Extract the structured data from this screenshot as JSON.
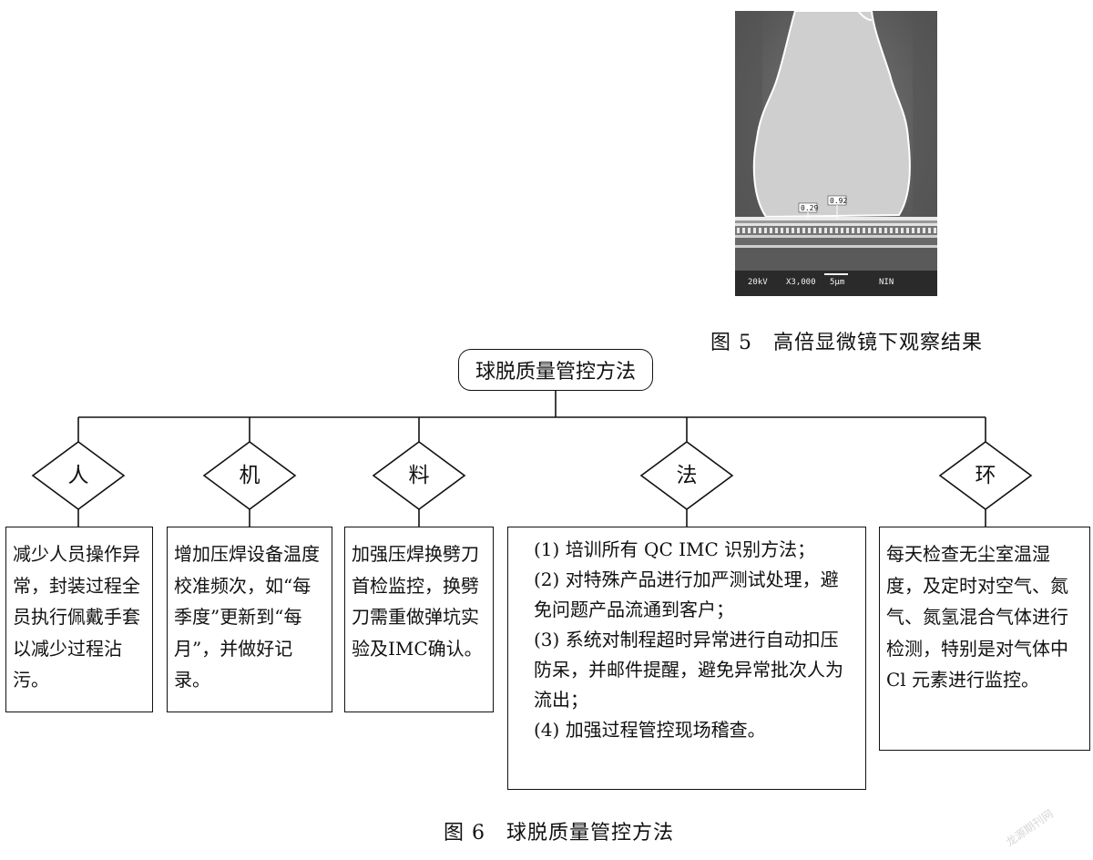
{
  "figure5": {
    "caption": "图 5　高倍显微镜下观察结果",
    "micrograph": {
      "measurement_labels": [
        "0.29",
        "0.92"
      ],
      "info_bar": {
        "voltage": "20kV",
        "magnification": "X3,000",
        "scale": "5μm",
        "code": "NIN"
      }
    }
  },
  "figure6": {
    "caption": "图 6　球脱质量管控方法",
    "root": "球脱质量管控方法",
    "branches": [
      {
        "label": "人",
        "text": [
          "减少人员操作异常，封装过程全员执行佩戴手套以减少过程沾污。"
        ]
      },
      {
        "label": "机",
        "text": [
          "增加压焊设备温度校准频次，如“每季度”更新到“每月”，并做好记录。"
        ]
      },
      {
        "label": "料",
        "text": [
          "加强压焊换劈刀首检监控，换劈刀需重做弹坑实验及IMC确认。"
        ]
      },
      {
        "label": "法",
        "text": [
          "(1)  培训所有 QC  IMC 识别方法；",
          "(2)  对特殊产品进行加严测试处理，避免问题产品流通到客户；",
          "(3)  系统对制程超时异常进行自动扣压防呆，并邮件提醒，避免异常批次人为流出；",
          "(4)  加强过程管控现场稽查。"
        ]
      },
      {
        "label": "环",
        "text": [
          "每天检查无尘室温湿度，及定时对空气、氮气、氮氢混合气体进行检测，特别是对气体中 Cl 元素进行监控。"
        ]
      }
    ]
  },
  "watermark": "龙源期刊网"
}
